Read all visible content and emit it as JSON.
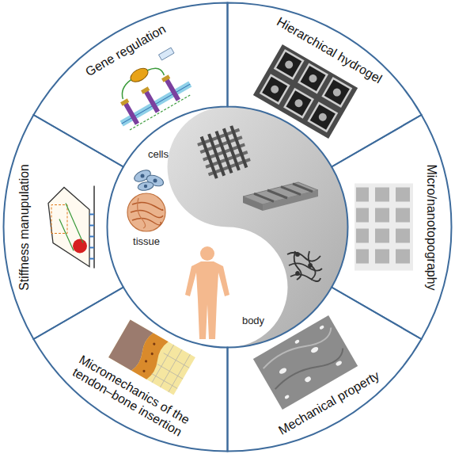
{
  "diagram": {
    "nodes": [
      {
        "text": [
          "Gene regulation"
        ]
      },
      {
        "text": [
          "Hierarchical hydrogel"
        ]
      },
      {
        "text": [
          "Micro/nanotopography"
        ]
      },
      {
        "text": [
          "Mechanical property"
        ]
      },
      {
        "text": [
          "Micromechanics of the tendon–bone insertion"
        ]
      },
      {
        "text": [
          "Stiffness manupulation"
        ]
      }
    ],
    "labels": [
      "cells",
      "tissue",
      "body"
    ]
  }
}
